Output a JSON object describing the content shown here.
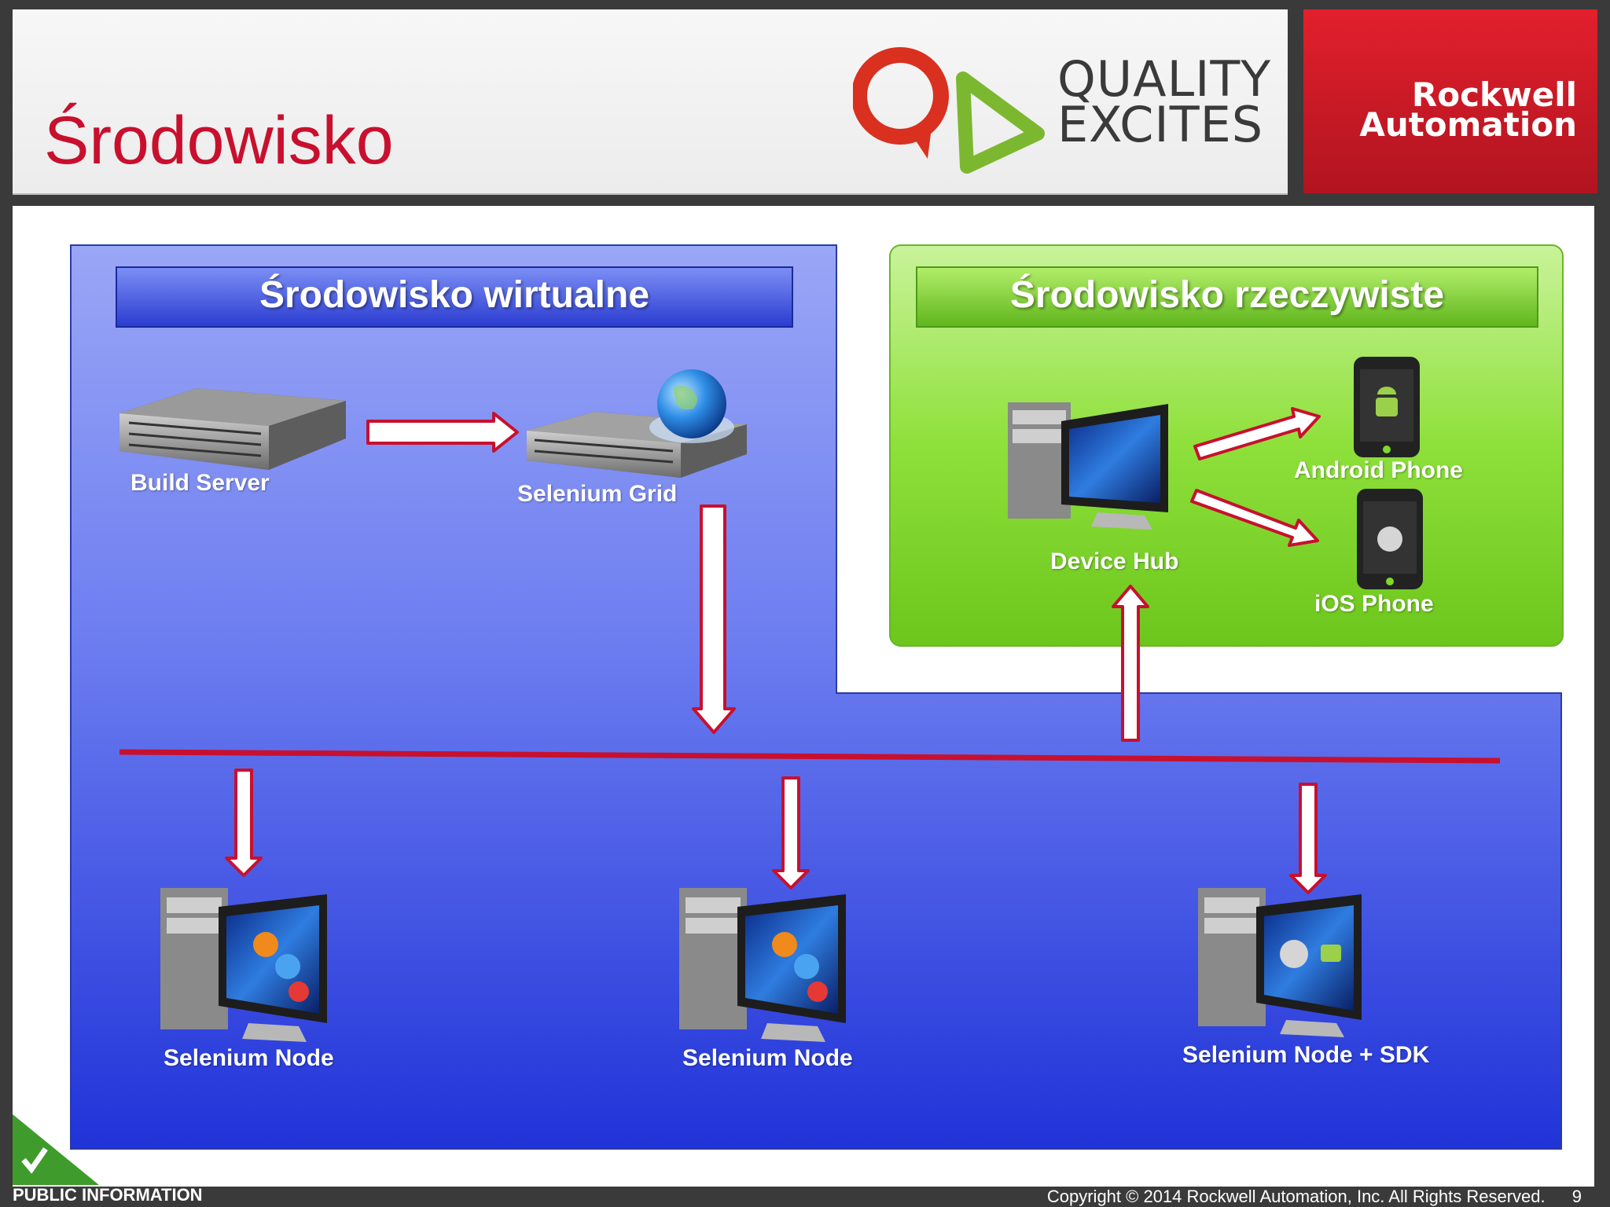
{
  "header": {
    "title": "Środowisko",
    "logo_quality_line1": "QUALITY",
    "logo_quality_line2": "EXCITES",
    "brand_line1": "Rockwell",
    "brand_line2": "Automation"
  },
  "panels": {
    "virtual_title": "Środowisko wirtualne",
    "real_title": "Środowisko rzeczywiste"
  },
  "nodes": {
    "build_server": "Build Server",
    "selenium_grid": "Selenium Grid",
    "device_hub": "Device Hub",
    "android_phone": "Android Phone",
    "ios_phone": "iOS Phone",
    "selenium_node_1": "Selenium Node",
    "selenium_node_2": "Selenium Node",
    "selenium_node_sdk": "Selenium Node + SDK"
  },
  "footer": {
    "classification": "PUBLIC INFORMATION",
    "copyright": "Copyright  © 2014 Rockwell Automation, Inc. All Rights Reserved.",
    "page_number": "9"
  },
  "colors": {
    "accent_red": "#c8102e",
    "virtual_blue": "#3a4fe0",
    "real_green": "#7fd82a"
  }
}
